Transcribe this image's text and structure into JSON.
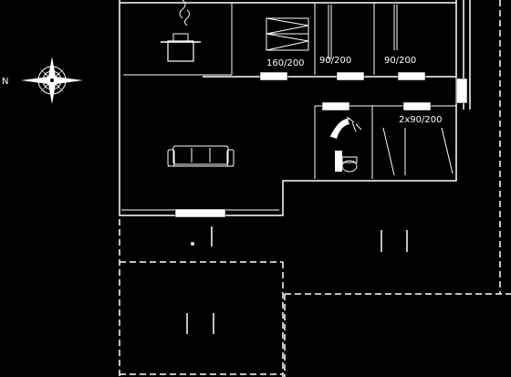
{
  "compass": {
    "north_label": "N"
  },
  "labels": {
    "bed_1": "160/200",
    "bed_2": "90/200",
    "bed_3": "90/200",
    "bed_4": "2x90/200"
  },
  "icons": [
    "compass-rose-icon",
    "cooking-pot-icon",
    "sofa-icon",
    "shower-icon",
    "toilet-icon"
  ],
  "colors": {
    "background": "#000000",
    "lines": "#ffffff"
  }
}
